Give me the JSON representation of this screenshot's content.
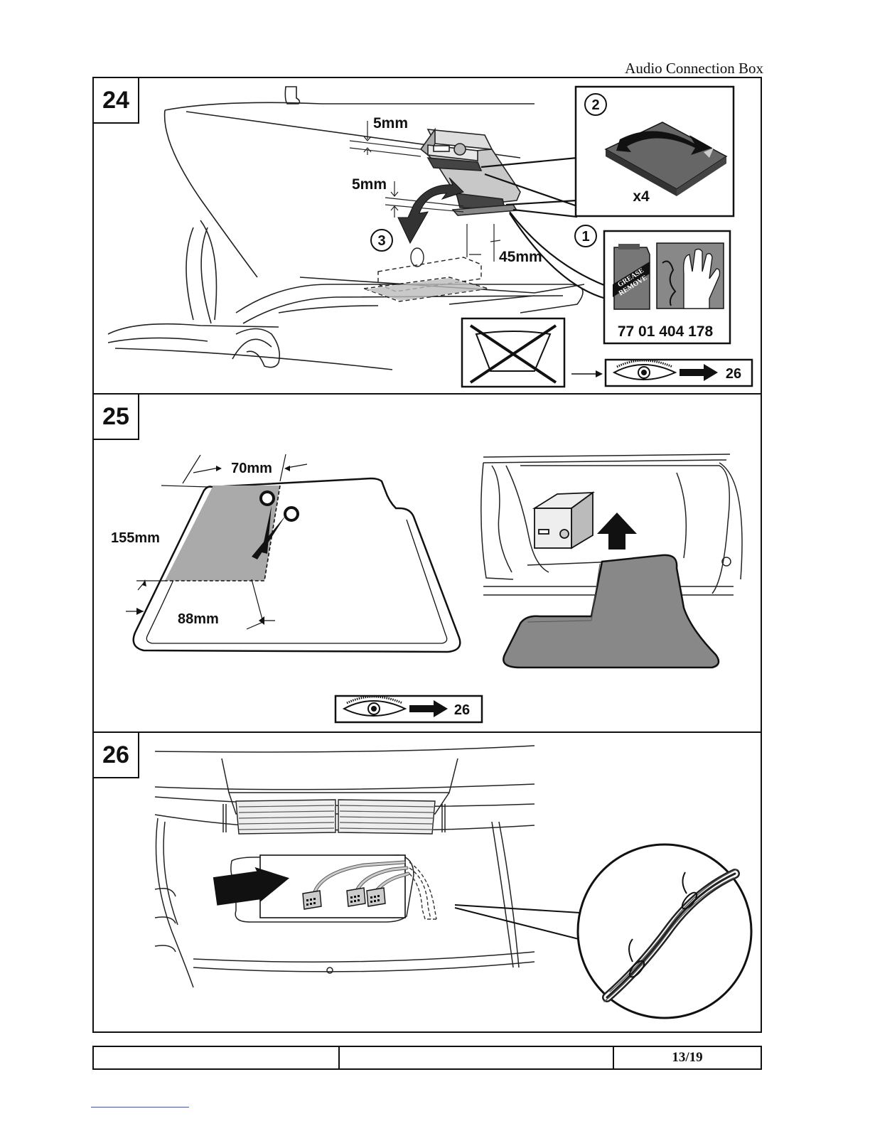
{
  "header": {
    "title": "Audio Connection Box"
  },
  "steps": [
    {
      "number": "24",
      "labels": {
        "gap_top": "5mm",
        "gap_bottom": "5mm",
        "offset": "45mm",
        "callout_1": "1",
        "callout_2": "2",
        "callout_3": "3",
        "quantity": "x4",
        "grease_line1": "GREASE",
        "grease_line2": "REMOVE",
        "part_number": "77 01 404 178",
        "see_step": "26"
      },
      "icons": [
        "windscreen-crossed-icon",
        "eye-arrow-icon",
        "grease-remover-can-icon",
        "wiping-hand-icon",
        "adhesive-pad-icon"
      ]
    },
    {
      "number": "25",
      "labels": {
        "width_top": "70mm",
        "height_left": "155mm",
        "width_bottom": "88mm",
        "see_step": "26"
      },
      "icons": [
        "scissors-icon",
        "eye-arrow-icon",
        "up-arrow-icon"
      ]
    },
    {
      "number": "26",
      "labels": {},
      "icons": [
        "connector-icon",
        "cable-tie-icon",
        "left-arrow-icon"
      ]
    }
  ],
  "footer": {
    "cell_1": "",
    "cell_2": "",
    "page": "13/19"
  }
}
